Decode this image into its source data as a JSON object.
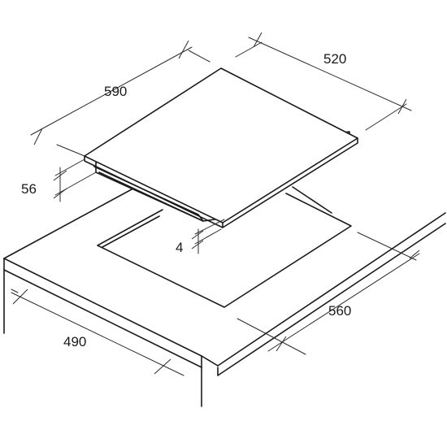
{
  "diagram": {
    "dimensions": {
      "hob_depth": "520",
      "hob_width": "590",
      "hob_height": "56",
      "glass_thickness": "4",
      "cutout_depth": "560",
      "cutout_width": "490"
    }
  }
}
